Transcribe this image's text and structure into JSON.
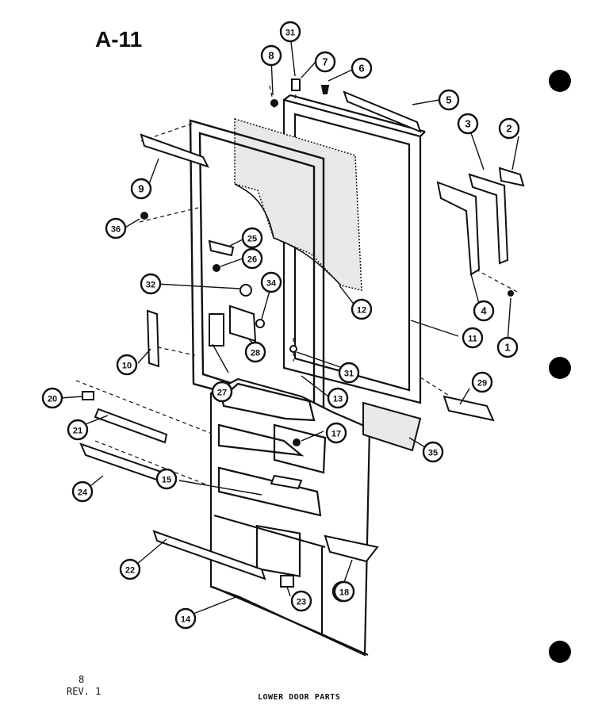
{
  "header": {
    "title": "A-11"
  },
  "footer": {
    "page_number": "8",
    "revision": "REV. 1",
    "caption": "LOWER DOOR PARTS"
  },
  "callouts": [
    {
      "id": "c1",
      "label": "1"
    },
    {
      "id": "c2",
      "label": "2"
    },
    {
      "id": "c3",
      "label": "3"
    },
    {
      "id": "c4",
      "label": "4"
    },
    {
      "id": "c5",
      "label": "5"
    },
    {
      "id": "c6",
      "label": "6"
    },
    {
      "id": "c7",
      "label": "7"
    },
    {
      "id": "c8",
      "label": "8"
    },
    {
      "id": "c9",
      "label": "9"
    },
    {
      "id": "c10",
      "label": "10"
    },
    {
      "id": "c11",
      "label": "11"
    },
    {
      "id": "c12",
      "label": "12"
    },
    {
      "id": "c13",
      "label": "13"
    },
    {
      "id": "c14",
      "label": "14"
    },
    {
      "id": "c15",
      "label": "15"
    },
    {
      "id": "c16",
      "label": "16"
    },
    {
      "id": "c17",
      "label": "17"
    },
    {
      "id": "c18",
      "label": "18"
    },
    {
      "id": "c20",
      "label": "20"
    },
    {
      "id": "c21",
      "label": "21"
    },
    {
      "id": "c22",
      "label": "22"
    },
    {
      "id": "c23",
      "label": "23"
    },
    {
      "id": "c24",
      "label": "24"
    },
    {
      "id": "c25",
      "label": "25"
    },
    {
      "id": "c26",
      "label": "26"
    },
    {
      "id": "c27",
      "label": "27"
    },
    {
      "id": "c28",
      "label": "28"
    },
    {
      "id": "c29",
      "label": "29"
    },
    {
      "id": "c31a",
      "label": "31"
    },
    {
      "id": "c31b",
      "label": "31"
    },
    {
      "id": "c32",
      "label": "32"
    },
    {
      "id": "c34",
      "label": "34"
    },
    {
      "id": "c35",
      "label": "35"
    },
    {
      "id": "c36",
      "label": "36"
    }
  ]
}
